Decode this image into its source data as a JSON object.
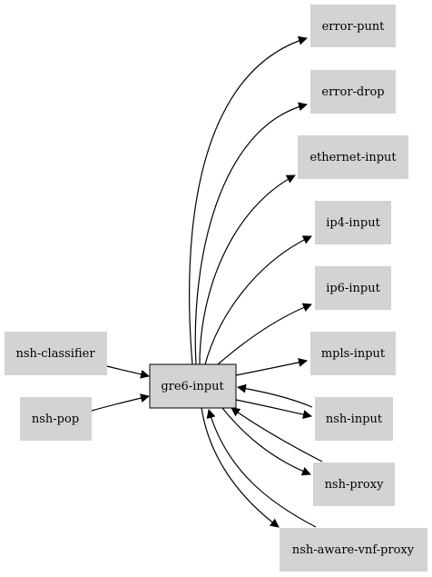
{
  "graph": {
    "colors": {
      "node_fill": "#d3d3d3",
      "center_fill": "#d3d3d3",
      "center_border": "#000000",
      "edge": "#000000",
      "background": "#ffffff"
    },
    "nodes": {
      "error_punt": "error-punt",
      "error_drop": "error-drop",
      "ethernet_input": "ethernet-input",
      "ip4_input": "ip4-input",
      "ip6_input": "ip6-input",
      "mpls_input": "mpls-input",
      "nsh_input": "nsh-input",
      "nsh_proxy": "nsh-proxy",
      "nsh_aware_vnf_proxy": "nsh-aware-vnf-proxy",
      "nsh_classifier": "nsh-classifier",
      "nsh_pop": "nsh-pop",
      "gre6_input": "gre6-input"
    }
  }
}
